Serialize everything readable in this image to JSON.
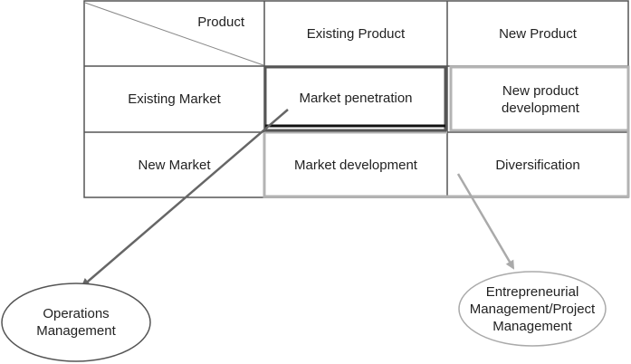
{
  "matrix": {
    "corner_label": "Product",
    "columns": [
      "Existing Product",
      "New Product"
    ],
    "rows": [
      "Existing Market",
      "New Market"
    ],
    "cells": {
      "market_penetration": "Market penetration",
      "new_product_development": "New product development",
      "market_development": "Market development",
      "diversification": "Diversification"
    }
  },
  "outcomes": {
    "operations": "Operations Management",
    "entrepreneurial": "Entrepreneurial Management/Project Management"
  },
  "colors": {
    "grid": "#555555",
    "penetration_border": "#555555",
    "growth_border": "#b3b3b3",
    "arrow_dark": "#666666",
    "arrow_light": "#aaaaaa"
  }
}
